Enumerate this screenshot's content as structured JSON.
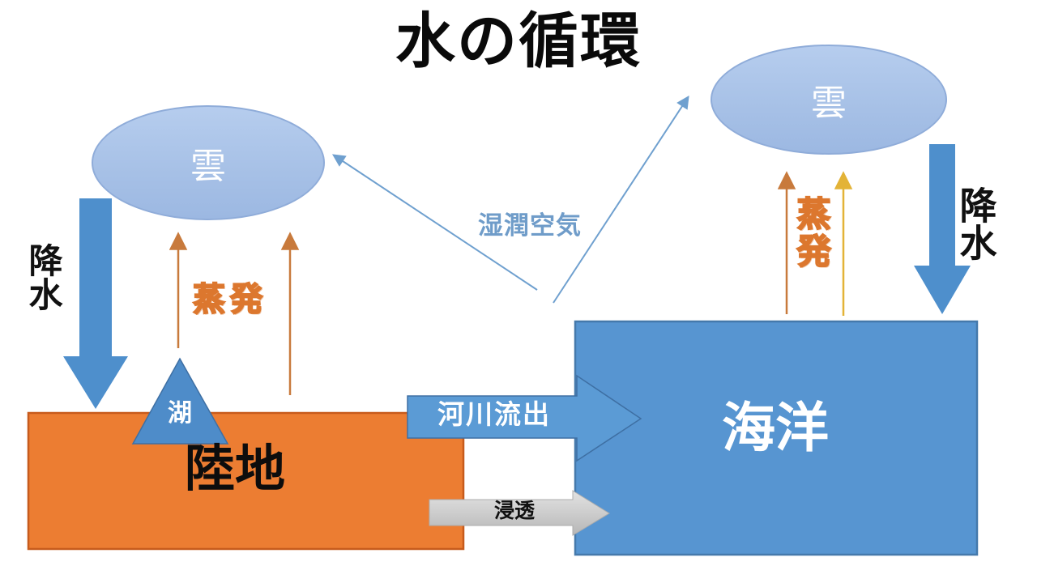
{
  "title": "水の循環",
  "clouds": {
    "left_label": "雲",
    "right_label": "雲"
  },
  "labels": {
    "precipitation_left": "降水",
    "precipitation_right": "降水",
    "evaporation_left": "蒸発",
    "evaporation_right": "蒸発",
    "humid_air": "湿潤空気",
    "lake": "湖",
    "land": "陸地",
    "ocean": "海洋",
    "river_outflow": "河川流出",
    "infiltration": "浸透"
  },
  "colors": {
    "land_fill": "#EC7D32",
    "land_border": "#C75B1C",
    "ocean_fill": "#5795D1",
    "ocean_border": "#4579AB",
    "cloud_fill": "#AEC6E9",
    "big_arrow_blue": "#4E8FCC",
    "river_arrow_blue": "#5B9BD5",
    "thin_arrow_orange": "#C87A3C",
    "thin_arrow_yellow": "#E3B337",
    "thin_arrow_blue": "#6FA0CF",
    "infiltration_gray": "#C6C6C6",
    "evaporation_text_outline": "#DC772E",
    "humid_air_text": "#6F9CC9"
  }
}
